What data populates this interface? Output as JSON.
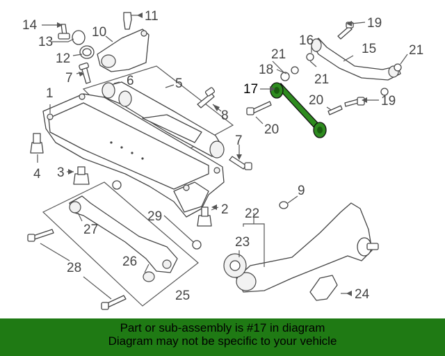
{
  "callouts": {
    "c1": "1",
    "c2": "2",
    "c3": "3",
    "c4": "4",
    "c5": "5",
    "c6": "6",
    "c7a": "7",
    "c7b": "7",
    "c8": "8",
    "c9": "9",
    "c10": "10",
    "c11": "11",
    "c12": "12",
    "c13": "13",
    "c14": "14",
    "c15": "15",
    "c16": "16",
    "c17": "17",
    "c18": "18",
    "c19a": "19",
    "c19b": "19",
    "c20a": "20",
    "c20b": "20",
    "c21a": "21",
    "c21b": "21",
    "c21c": "21",
    "c22": "22",
    "c23": "23",
    "c24": "24",
    "c25": "25",
    "c26": "26",
    "c27": "27",
    "c28": "28",
    "c29": "29"
  },
  "highlight_part": "17",
  "colors": {
    "highlight": "#2e8b1f",
    "banner": "#1f7a14",
    "line": "#444444"
  },
  "footer": {
    "line1": "Part or sub-assembly is #17 in diagram",
    "line2": "Diagram may not be specific to your vehicle"
  }
}
